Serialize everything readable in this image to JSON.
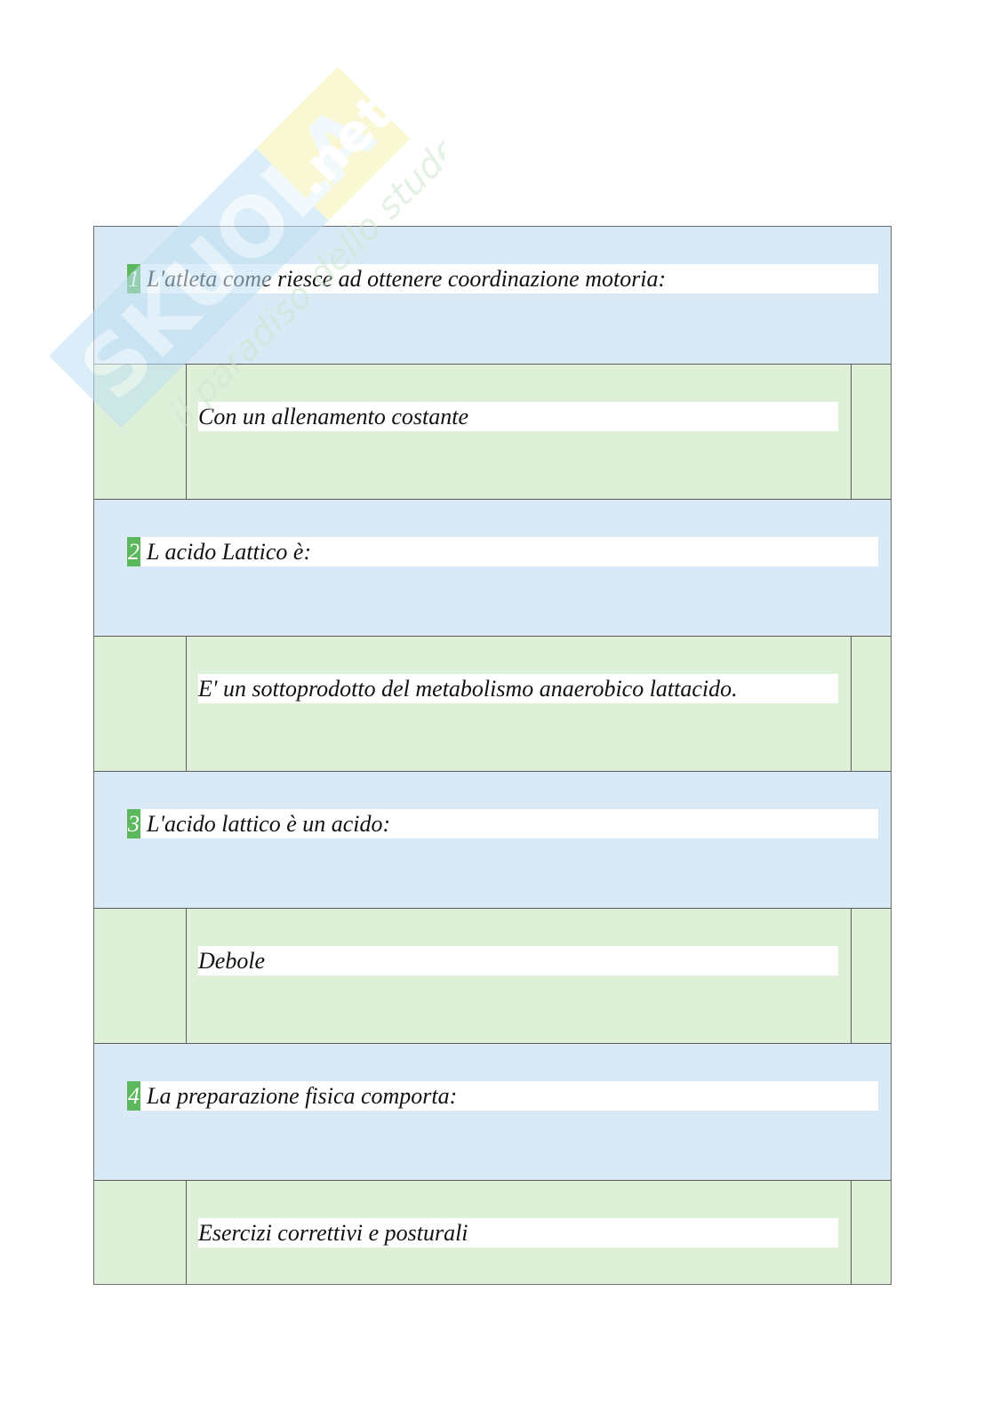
{
  "watermark": {
    "brand": "SKUOLA.net",
    "tagline": "il paradiso dello studente",
    "colors": {
      "blue": "#bfe0f4",
      "yellow": "#f6f3b0"
    }
  },
  "colors": {
    "question_bg": "#d9eaf6",
    "answer_bg": "#dff0d9",
    "number_badge": "#5cb85c",
    "border": "#5a5a5a"
  },
  "questions": [
    {
      "number": "1",
      "text": "L'atleta come riesce ad ottenere coordinazione motoria:",
      "answer": "Con un allenamento costante"
    },
    {
      "number": "2",
      "text": "L acido Lattico è:",
      "answer": "E' un sottoprodotto del metabolismo anaerobico lattacido."
    },
    {
      "number": "3",
      "text": "L'acido lattico è un acido:",
      "answer": "Debole"
    },
    {
      "number": "4",
      "text": "La preparazione fisica comporta:",
      "answer": "Esercizi correttivi e posturali"
    }
  ]
}
